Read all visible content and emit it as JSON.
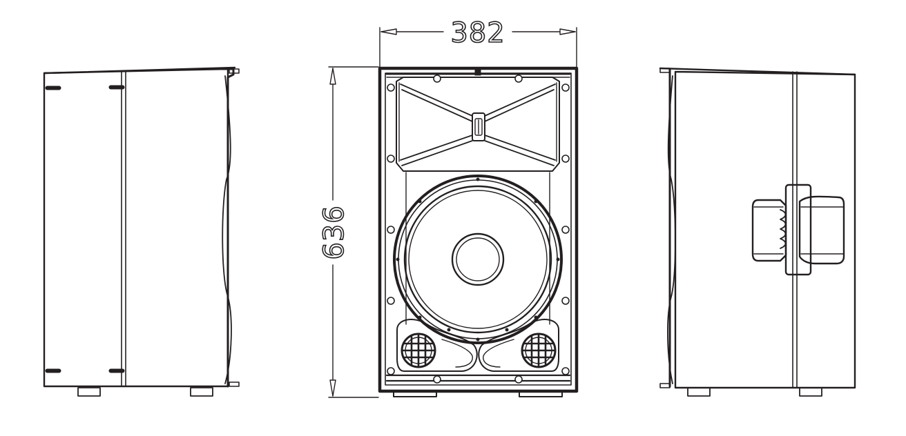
{
  "diagram": {
    "title": "Loudspeaker cabinet dimension drawing",
    "views": [
      {
        "name": "left-side-view"
      },
      {
        "name": "front-view"
      },
      {
        "name": "right-side-view"
      }
    ],
    "dimensions": {
      "width": {
        "value": "382",
        "orientation": "horizontal"
      },
      "height": {
        "value": "636",
        "orientation": "vertical"
      }
    },
    "colors": {
      "line": "#231f20",
      "background": "#ffffff"
    }
  }
}
